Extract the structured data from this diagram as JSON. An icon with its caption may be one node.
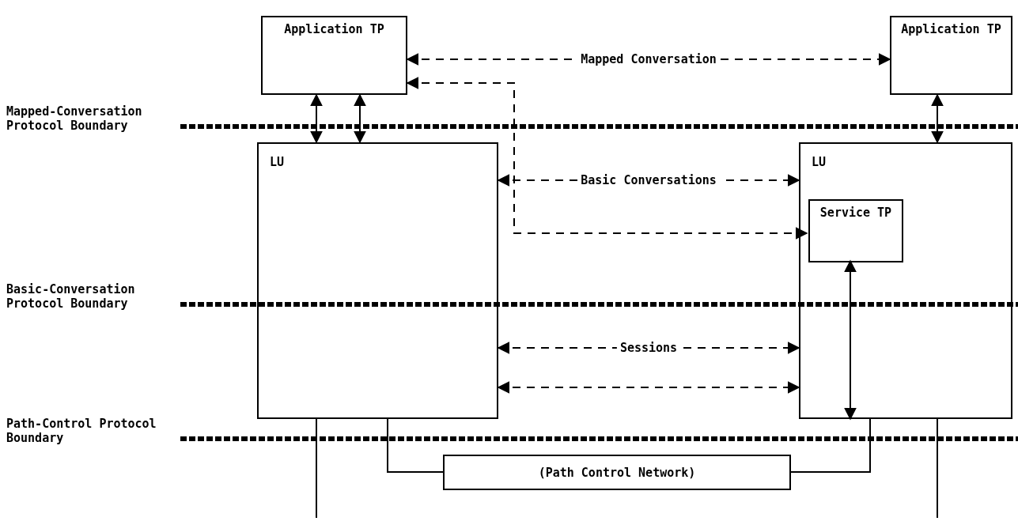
{
  "diagram": {
    "nodes": [
      {
        "text": [
          "Application TP"
        ]
      },
      {
        "text": [
          "Application TP"
        ]
      },
      {
        "text": [
          "LU"
        ]
      },
      {
        "text": [
          "LU"
        ]
      },
      {
        "text": [
          "Service TP"
        ],
        "in": 3
      },
      {
        "text": [
          "(Path Control Network)"
        ]
      }
    ],
    "edges": [
      {
        "from": 0,
        "to": 1,
        "arrow": "both",
        "style": "dashed",
        "label": "Mapped Conversation"
      },
      {
        "from": 0,
        "to": 2,
        "arrow": "both"
      },
      {
        "from": 1,
        "to": 3,
        "arrow": "both"
      },
      {
        "from": 2,
        "to": 3,
        "arrow": "both",
        "style": "dashed",
        "label": "Basic Conversations"
      },
      {
        "from": 0,
        "to": 4,
        "arrow": "both",
        "style": "dashed"
      },
      {
        "from": 0,
        "to": 2,
        "arrow": "both"
      },
      {
        "from": 4,
        "to": 3,
        "arrow": "both"
      },
      {
        "from": 2,
        "to": 3,
        "arrow": "both",
        "style": "dashed",
        "label": "Sessions"
      },
      {
        "from": 2,
        "to": 3,
        "arrow": "both",
        "style": "dashed"
      },
      {
        "from": 2,
        "to": 5,
        "arrow": "none"
      },
      {
        "from": 3,
        "to": 5,
        "arrow": "none"
      },
      {
        "from": 2,
        "to": null,
        "arrow": "none"
      },
      {
        "from": 3,
        "to": null,
        "arrow": "none"
      }
    ],
    "labels": [
      "Mapped-Conversation Protocol Boundary",
      "Basic-Conversation Protocol Boundary",
      "Path-Control Protocol Boundary"
    ]
  }
}
